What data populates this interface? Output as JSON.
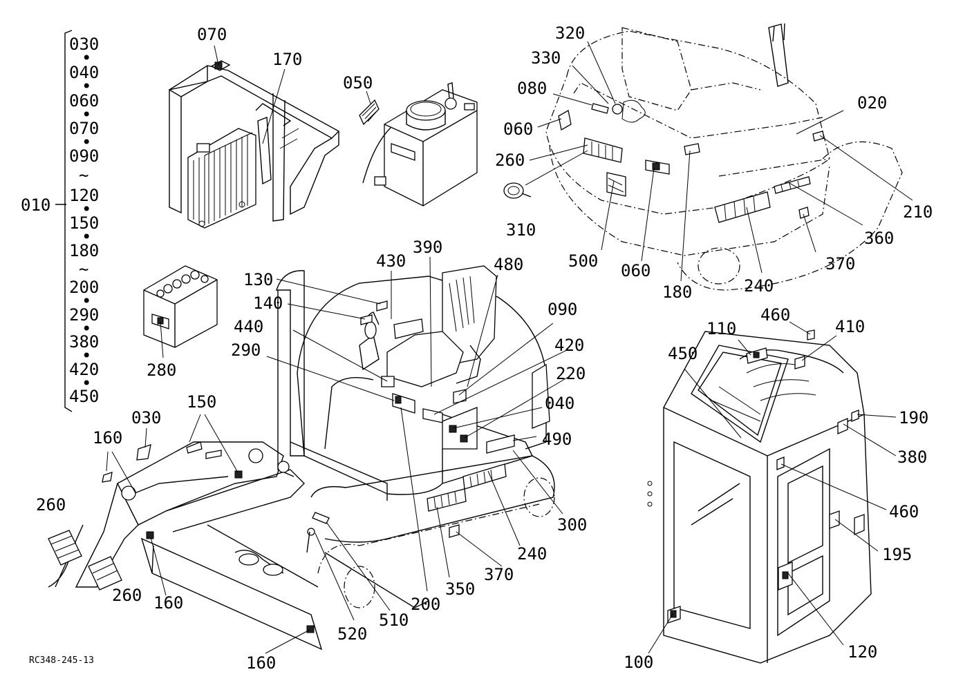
{
  "drawing_code": "RC348-245-13",
  "group_label": "010",
  "group_items": [
    "030",
    "040",
    "060",
    "070",
    "090",
    "120",
    "150",
    "180",
    "200",
    "290",
    "380",
    "420",
    "450"
  ],
  "group_separators": [
    "•",
    "•",
    "•",
    "•",
    "~",
    "•",
    "•",
    "~",
    "•",
    "•",
    "•",
    "•"
  ],
  "callouts": {
    "c070a": "070",
    "c170": "170",
    "c050": "050",
    "c320": "320",
    "c330": "330",
    "c080": "080",
    "c060a": "060",
    "c260a": "260",
    "c310": "310",
    "c500": "500",
    "c060b": "060",
    "c180": "180",
    "c240a": "240",
    "c370a": "370",
    "c360": "360",
    "c210": "210",
    "c020": "020",
    "c280": "280",
    "c430": "430",
    "c390": "390",
    "c480": "480",
    "c130": "130",
    "c140": "140",
    "c440": "440",
    "c290": "290",
    "c090": "090",
    "c420": "420",
    "c220": "220",
    "c040": "040",
    "c490": "490",
    "c300": "300",
    "c240b": "240",
    "c370b": "370",
    "c350": "350",
    "c200": "200",
    "c510": "510",
    "c520": "520",
    "c150": "150",
    "c030": "030",
    "c160a": "160",
    "c260b": "260",
    "c260c": "260",
    "c160b": "160",
    "c160c": "160",
    "c110": "110",
    "c460a": "460",
    "c410": "410",
    "c450": "450",
    "c190": "190",
    "c380": "380",
    "c460b": "460",
    "c195": "195",
    "c120": "120",
    "c100": "100"
  }
}
